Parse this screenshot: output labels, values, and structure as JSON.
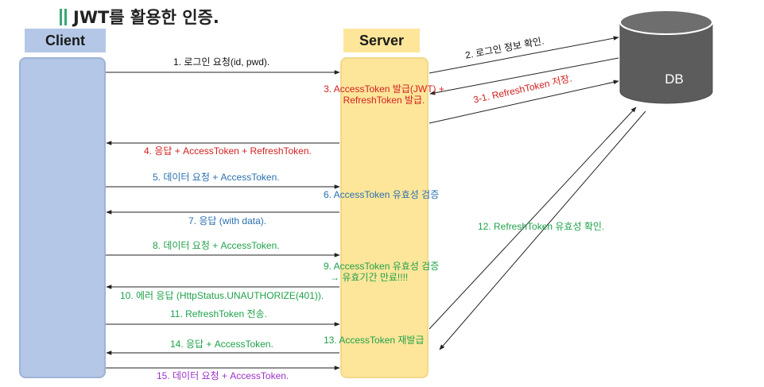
{
  "title": "JWT를 활용한 인증.",
  "actors": {
    "client": "Client",
    "server": "Server",
    "db": "DB"
  },
  "steps": {
    "s1": "1. 로그인 요청(id, pwd).",
    "s2": "2. 로그인 정보 확인.",
    "s3a": "3. AccessToken 발급(JWT) +",
    "s3b": "RefreshToken 발급.",
    "s31": "3-1. RefreshToken 저장.",
    "s4": "4. 응답 + AccessToken + RefreshToken.",
    "s5": "5. 데이터 요청 + AccessToken.",
    "s6": "6. AccessToken 유효성 검증",
    "s7": "7. 응답 (with data).",
    "s8": "8. 데이터 요청 + AccessToken.",
    "s9a": "9. AccessToken 유효성 검증",
    "s9b": "→ 유효기간 만료!!!!",
    "s10": "10. 에러 응답 (HttpStatus.UNAUTHORIZE(401)).",
    "s11": "11. RefreshToken 전송.",
    "s12": "12. RefreshToken 유효성 확인.",
    "s13": "13. AccessToken 재발급",
    "s14": "14. 응답 + AccessToken.",
    "s15": "15. 데이터 요청 + AccessToken."
  },
  "colors": {
    "client_lane": "#b4c7e7",
    "server_lane": "#fde69a",
    "db": "#5c5c5c",
    "red": "#d42020",
    "blue": "#2a6fb0",
    "green": "#1fa14a",
    "purple": "#9b31c9",
    "title_accent": "#3aa875"
  }
}
